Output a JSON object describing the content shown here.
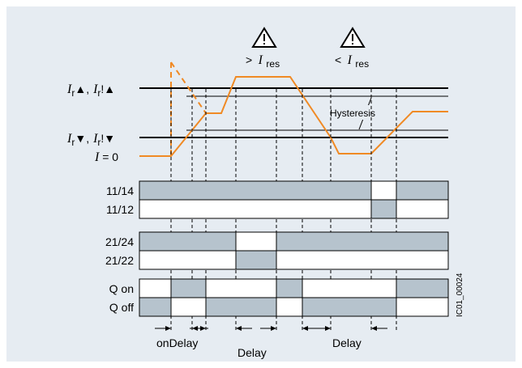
{
  "colors": {
    "panel_bg": "#e6ecf2",
    "trace": "#f08a24",
    "state_on": "#b6c3cd",
    "state_off": "#ffffff",
    "line": "#000000"
  },
  "icons": [
    "warning-triangle-icon",
    "warning-triangle-icon"
  ],
  "warnings": [
    {
      "op": ">",
      "sym": "I",
      "sub": "res"
    },
    {
      "op": "<",
      "sym": "I",
      "sub": "res"
    }
  ],
  "levels": {
    "upper": {
      "sym1": "I",
      "sub1": "r",
      "arrow1": "▲",
      "sep": ",",
      "sym2": "I",
      "sub2": "r",
      "mark": "!",
      "arrow2": "▲"
    },
    "lower": {
      "sym1": "I",
      "sub1": "r",
      "arrow1": "▼",
      "sep": ",",
      "sym2": "I",
      "sub2": "r",
      "mark": "!",
      "arrow2": "▼"
    },
    "zero": {
      "sym": "I",
      "rest": " = 0"
    }
  },
  "hysteresis_label": "Hysteresis",
  "rows": [
    {
      "label": "11/14",
      "states": [
        1,
        1,
        1,
        1,
        1,
        1,
        1,
        1,
        0,
        1
      ]
    },
    {
      "label": "11/12",
      "states": [
        0,
        0,
        0,
        0,
        0,
        0,
        0,
        0,
        1,
        0
      ]
    },
    {
      "label": "21/24",
      "states": [
        1,
        1,
        1,
        1,
        0,
        1,
        1,
        1,
        1,
        1
      ]
    },
    {
      "label": "21/22",
      "states": [
        0,
        0,
        0,
        0,
        1,
        0,
        0,
        0,
        0,
        0
      ]
    },
    {
      "label": "Q on",
      "states": [
        0,
        1,
        1,
        0,
        0,
        1,
        0,
        0,
        0,
        1
      ]
    },
    {
      "label": "Q off",
      "states": [
        1,
        0,
        0,
        1,
        1,
        0,
        1,
        1,
        1,
        0
      ]
    }
  ],
  "delay_labels": {
    "d1": "onDelay",
    "d2": "Delay",
    "d3": "Delay"
  },
  "figure_id": "IC01_00024"
}
